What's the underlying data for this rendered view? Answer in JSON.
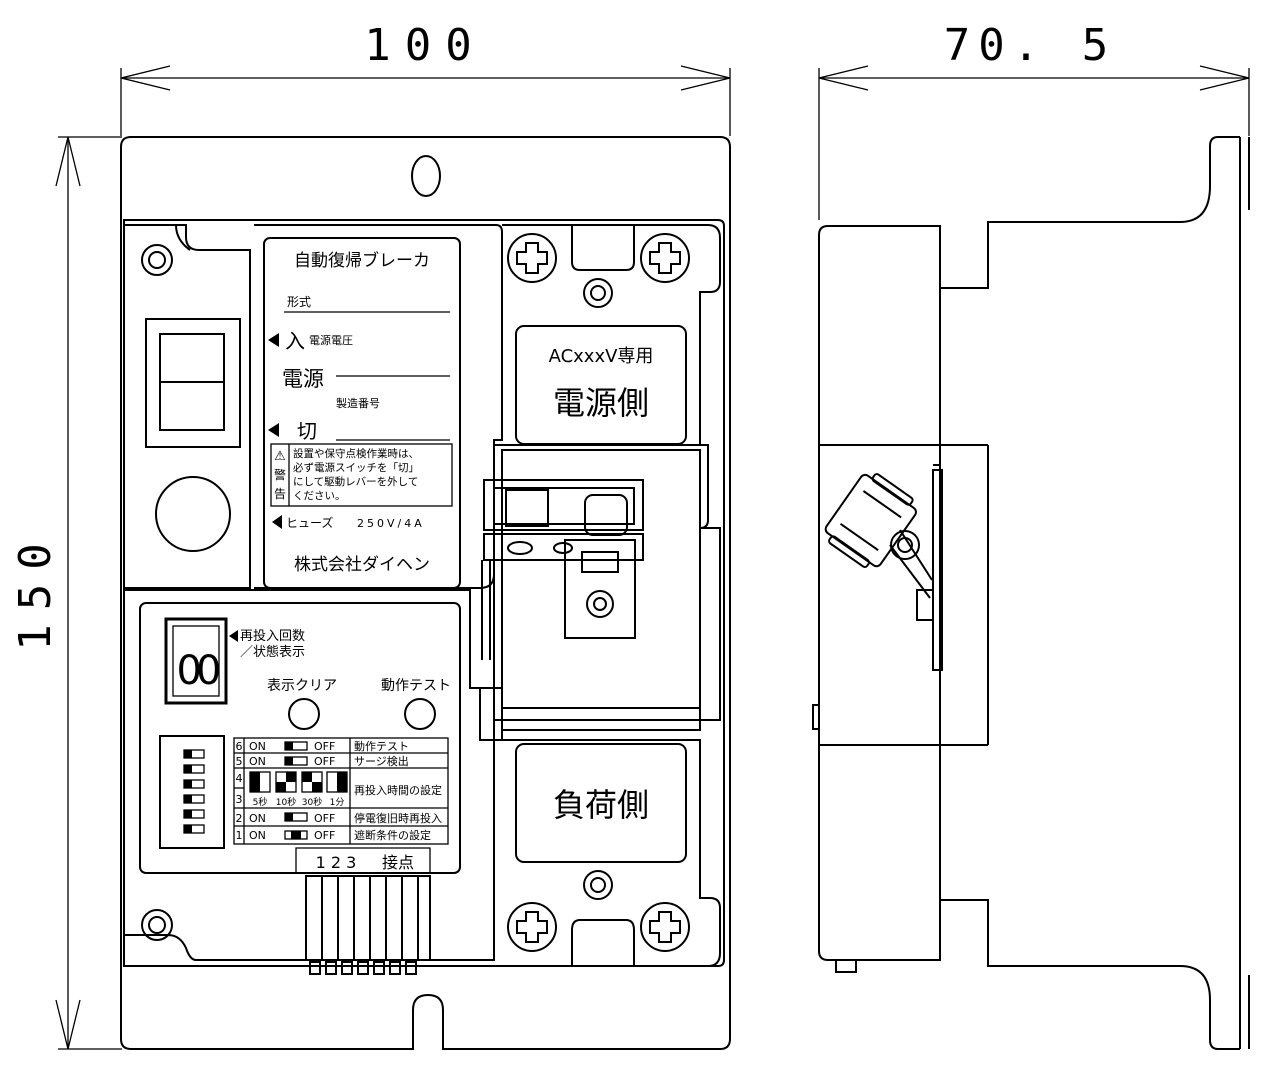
{
  "dimensions": {
    "width": "100",
    "depth": "70. 5",
    "height": "150"
  },
  "nameplate": {
    "title": "自動復帰ブレーカ",
    "model_label": "形式",
    "on_label": "入",
    "voltage_label": "電源電圧",
    "power_label": "電源",
    "serial_label": "製造番号",
    "off_label": "切",
    "warning_mark": "⚠",
    "warning_word_1": "警",
    "warning_word_2": "告",
    "warning_lines": [
      "設置や保守点検作業時は、",
      "必ず電源スイッチを「切」",
      "にして駆動レバーを外して",
      "ください。"
    ],
    "fuse_label": "ヒューズ",
    "fuse_rating": "250V/4A",
    "maker": "株式会社ダイヘン"
  },
  "terminals": {
    "line_rating": "ACxxxV専用",
    "line_side": "電源側",
    "load_side": "負荷側"
  },
  "control_panel": {
    "display_digits": "00",
    "display_caption_1": "再投入回数",
    "display_caption_2": "／状態表示",
    "clear_button_label": "表示クリア",
    "test_button_label": "動作テスト",
    "switch_rows": [
      {
        "no": "6",
        "on": "ON",
        "off": "OFF",
        "desc": "動作テスト"
      },
      {
        "no": "5",
        "on": "ON",
        "off": "OFF",
        "desc": "サージ検出"
      },
      {
        "no": "4",
        "on": "",
        "off": "",
        "desc": "再投入時間の設定"
      },
      {
        "no": "3",
        "on": "",
        "off": "",
        "desc": ""
      },
      {
        "no": "2",
        "on": "ON",
        "off": "OFF",
        "desc": "停電復旧時再投入"
      },
      {
        "no": "1",
        "on": "ON",
        "off": "OFF",
        "desc": "遮断条件の設定"
      }
    ],
    "time_options": [
      "5秒",
      "10秒",
      "30秒",
      "1分"
    ],
    "contact_numbers": "1 2 3",
    "contact_label": "接点"
  }
}
